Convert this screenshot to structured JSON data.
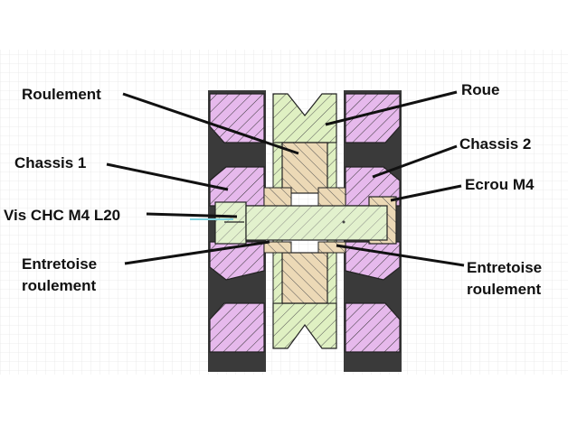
{
  "labels": {
    "roulement": "Roulement",
    "roue": "Roue",
    "chassis1": "Chassis 1",
    "chassis2": "Chassis 2",
    "ecrou": "Ecrou M4",
    "vis": "Vis CHC M4 L20",
    "entretoise_left_1": "Entretoise",
    "entretoise_left_2": "roulement",
    "entretoise_right_1": "Entretoise",
    "entretoise_right_2": "roulement"
  },
  "colors": {
    "chassis": "#e6b9ec",
    "wheel": "#dff0c2",
    "bearing": "#ecd9b6",
    "screw": "#e2f1cd",
    "dark_body": "#3a3a3a",
    "grid": "#e3e3e3",
    "leader": "#111111"
  }
}
